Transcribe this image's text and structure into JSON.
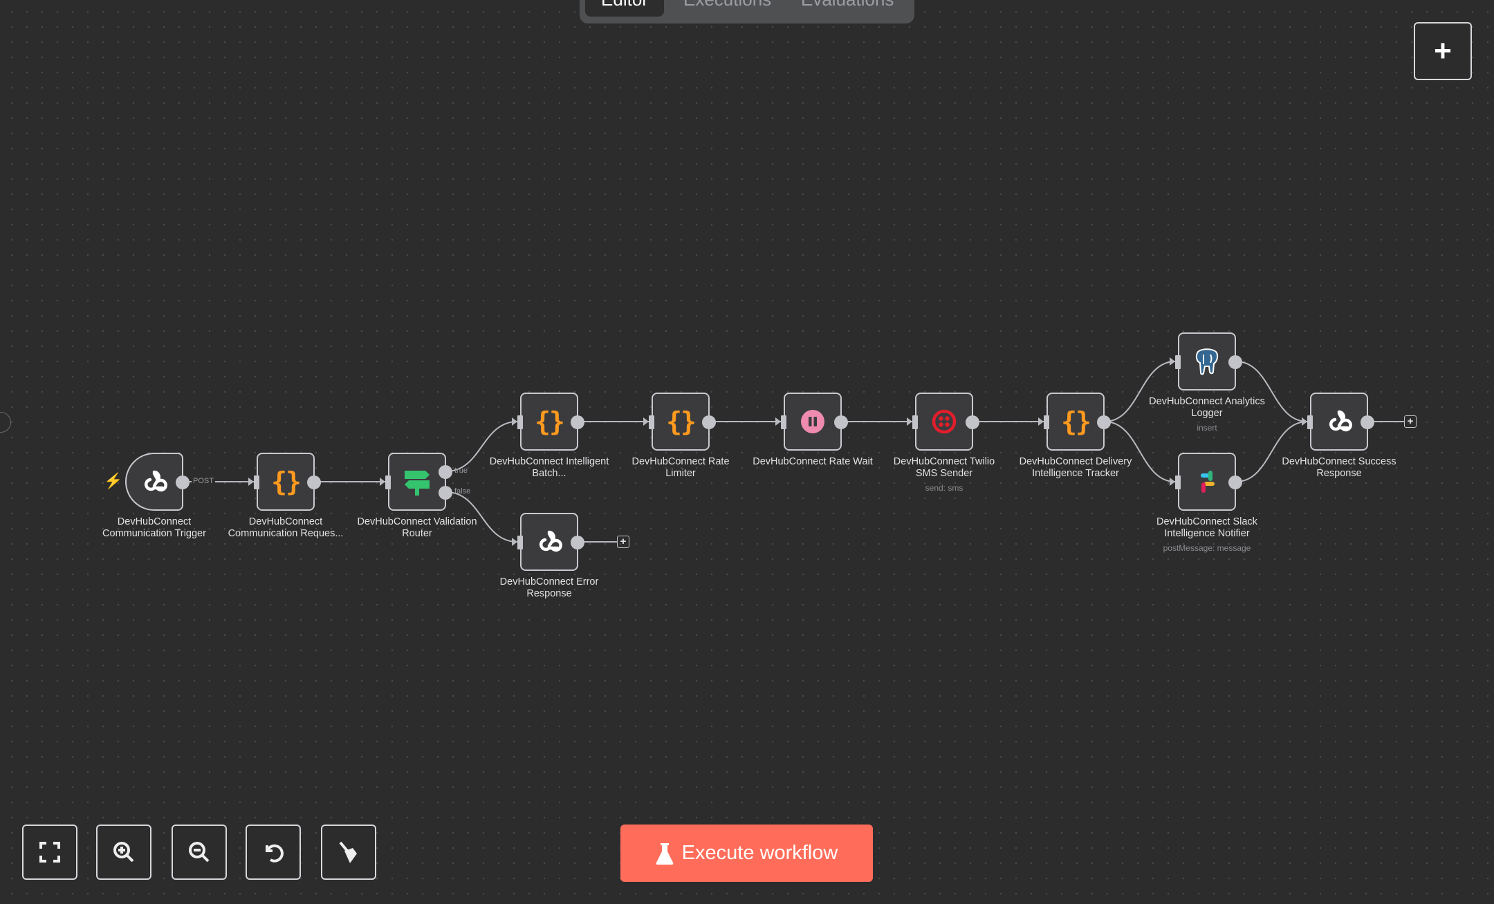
{
  "tabs": [
    {
      "label": "Editor",
      "active": true
    },
    {
      "label": "Executions",
      "active": false
    },
    {
      "label": "Evaluations",
      "active": false
    }
  ],
  "add_node_button": "+",
  "nodes": [
    {
      "id": "trigger",
      "title": "DevHubConnect Communication Trigger",
      "subtitle": "",
      "icon": "webhook-icon"
    },
    {
      "id": "request",
      "title": "DevHubConnect Communication Reques...",
      "subtitle": "",
      "icon": "code-braces-icon"
    },
    {
      "id": "router",
      "title": "DevHubConnect Validation Router",
      "subtitle": "",
      "icon": "signpost-icon"
    },
    {
      "id": "batch",
      "title": "DevHubConnect Intelligent Batch...",
      "subtitle": "",
      "icon": "code-braces-icon"
    },
    {
      "id": "limiter",
      "title": "DevHubConnect Rate Limiter",
      "subtitle": "",
      "icon": "code-braces-icon"
    },
    {
      "id": "wait",
      "title": "DevHubConnect Rate Wait",
      "subtitle": "",
      "icon": "pause-icon"
    },
    {
      "id": "twilio",
      "title": "DevHubConnect Twilio SMS Sender",
      "subtitle": "send: sms",
      "icon": "twilio-icon"
    },
    {
      "id": "tracker",
      "title": "DevHubConnect Delivery Intelligence Tracker",
      "subtitle": "",
      "icon": "code-braces-icon"
    },
    {
      "id": "analytics",
      "title": "DevHubConnect Analytics Logger",
      "subtitle": "insert",
      "icon": "postgres-icon"
    },
    {
      "id": "slack",
      "title": "DevHubConnect Slack Intelligence Notifier",
      "subtitle": "postMessage: message",
      "icon": "slack-icon"
    },
    {
      "id": "success",
      "title": "DevHubConnect Success Response",
      "subtitle": "",
      "icon": "webhook-icon"
    },
    {
      "id": "error",
      "title": "DevHubConnect Error Response",
      "subtitle": "",
      "icon": "webhook-icon"
    }
  ],
  "connections": [
    {
      "from": "trigger",
      "to": "request",
      "label": "POST"
    },
    {
      "from": "request",
      "to": "router",
      "label": ""
    },
    {
      "from": "router",
      "to": "batch",
      "label": "true"
    },
    {
      "from": "router",
      "to": "error",
      "label": "false"
    },
    {
      "from": "batch",
      "to": "limiter",
      "label": ""
    },
    {
      "from": "limiter",
      "to": "wait",
      "label": ""
    },
    {
      "from": "wait",
      "to": "twilio",
      "label": ""
    },
    {
      "from": "twilio",
      "to": "tracker",
      "label": ""
    },
    {
      "from": "tracker",
      "to": "analytics",
      "label": ""
    },
    {
      "from": "tracker",
      "to": "slack",
      "label": ""
    },
    {
      "from": "analytics",
      "to": "success",
      "label": ""
    },
    {
      "from": "slack",
      "to": "success",
      "label": ""
    }
  ],
  "controls": [
    "zoom-to-fit",
    "zoom-in",
    "zoom-out",
    "reset-zoom",
    "tidy-up"
  ],
  "execute_button": "Execute workflow",
  "colors": {
    "accent": "#ff6d5a",
    "code": "#ff9a1f",
    "router": "#35c46e",
    "wait": "#f08bb0",
    "twilio": "#e31e2c",
    "postgres": "#336791"
  }
}
